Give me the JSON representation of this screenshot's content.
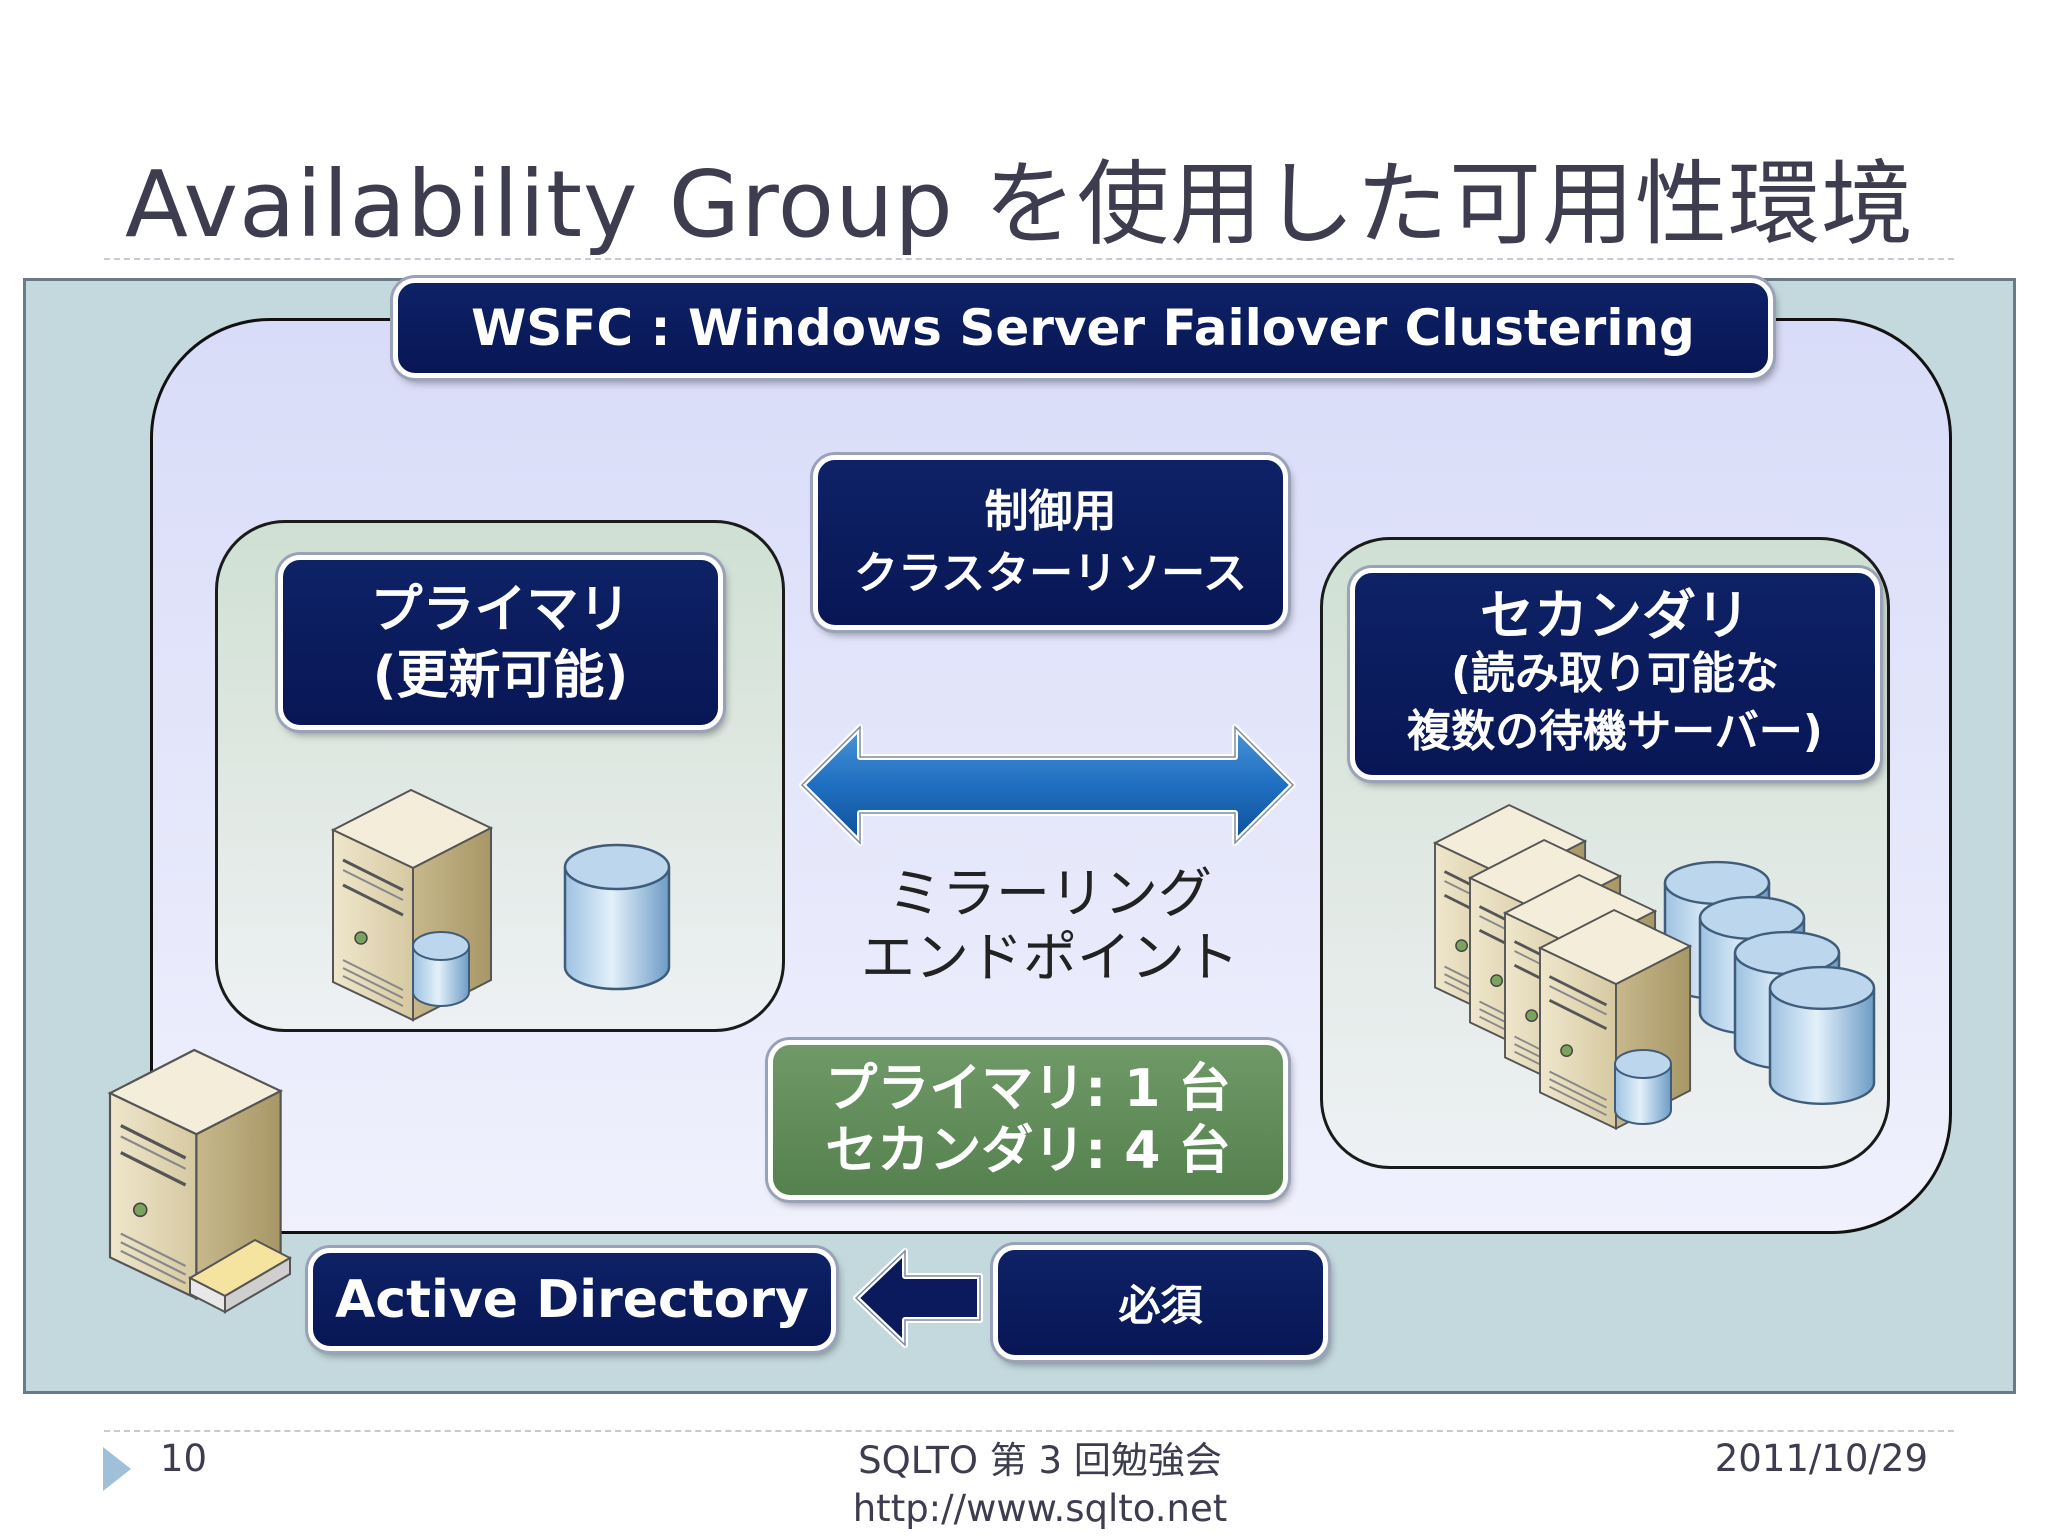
{
  "title": "Availability Group を使用した可用性環境",
  "wsfc_label": "WSFC : Windows Server Failover Clustering",
  "control_resource": {
    "line1": "制御用",
    "line2": "クラスターリソース"
  },
  "primary": {
    "line1": "プライマリ",
    "line2": "(更新可能)"
  },
  "secondary": {
    "line1": "セカンダリ",
    "line2": "(読み取り可能な",
    "line3": "複数の待機サーバー)"
  },
  "mirroring": {
    "line1": "ミラーリング",
    "line2": "エンドポイント"
  },
  "counts": {
    "line1": "プライマリ: 1 台",
    "line2": "セカンダリ: 4 台"
  },
  "active_directory": "Active Directory",
  "required": "必須",
  "footer": {
    "page_number": "10",
    "center_line1": "SQLTO 第 3 回勉強会",
    "center_line2": "http://www.sqlto.net",
    "date": "2011/10/29"
  },
  "colors": {
    "navy": "#0b1a5c",
    "green_box": "#5f8c59",
    "arrow_blue": "#1f6fc0",
    "background": "#c3d9de"
  }
}
